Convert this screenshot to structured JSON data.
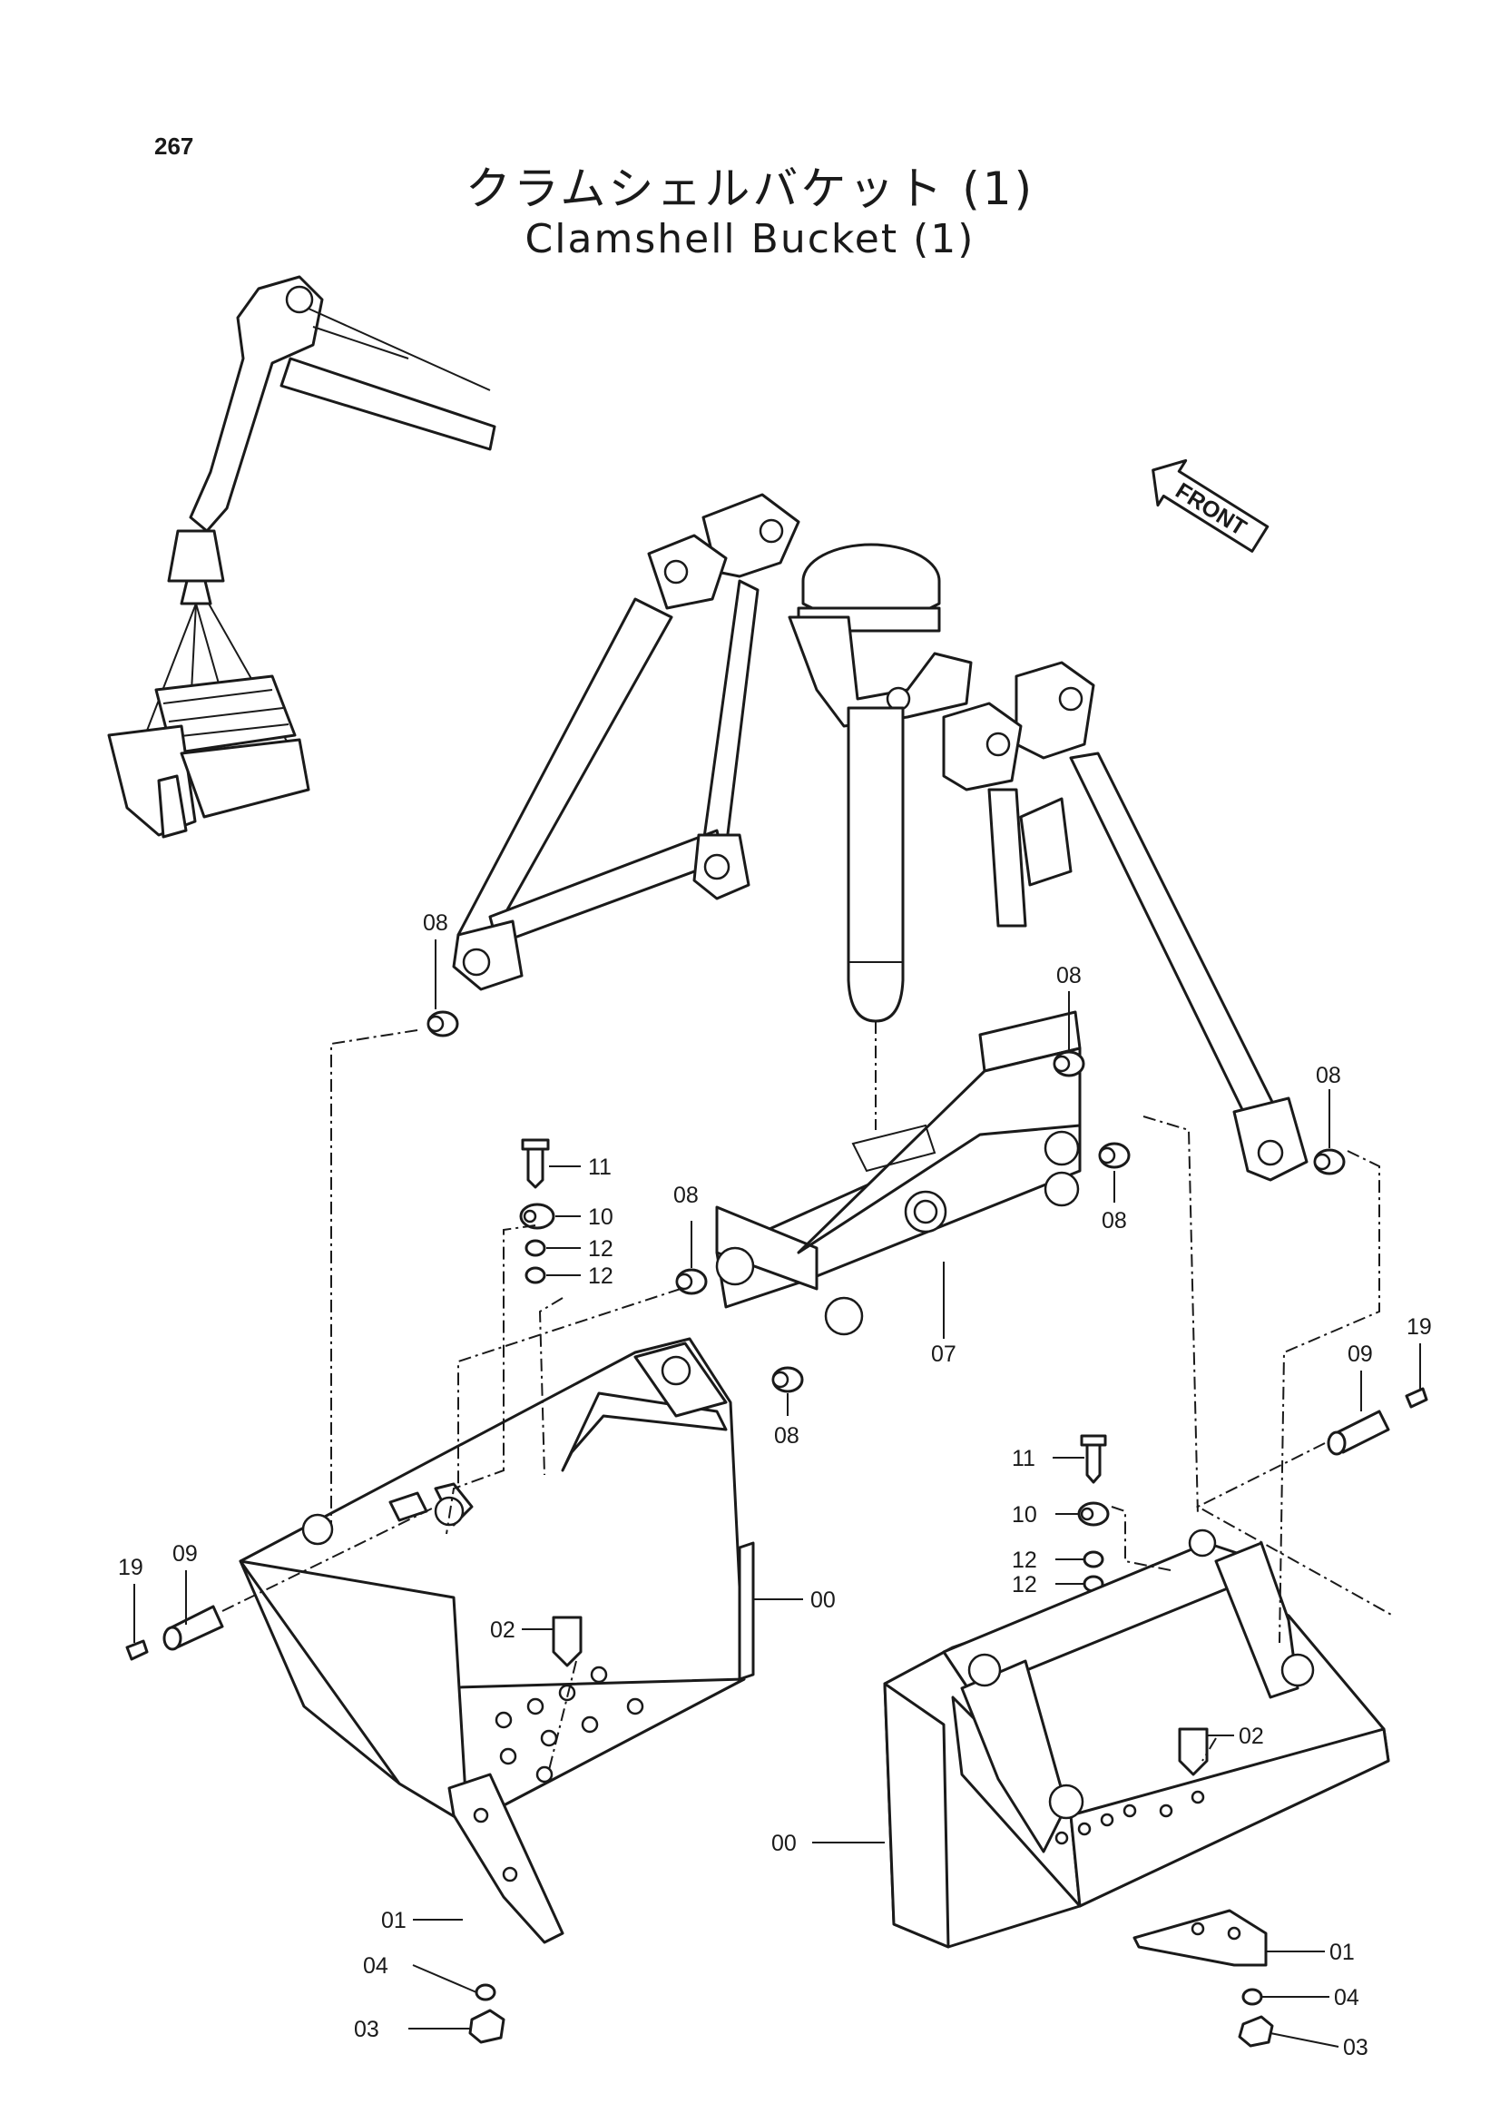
{
  "page": {
    "number": "267",
    "title_jp": "クラムシェルバケット (1)",
    "title_en": "Clamshell Bucket (1)"
  },
  "front_arrow": {
    "label": "FRONT"
  },
  "part_labels": [
    "08",
    "08",
    "08",
    "08",
    "08",
    "08",
    "11",
    "10",
    "12",
    "12",
    "07",
    "19",
    "09",
    "00",
    "02",
    "01",
    "04",
    "03",
    "19",
    "09",
    "11",
    "10",
    "12",
    "12",
    "02",
    "00",
    "01",
    "04",
    "03"
  ]
}
